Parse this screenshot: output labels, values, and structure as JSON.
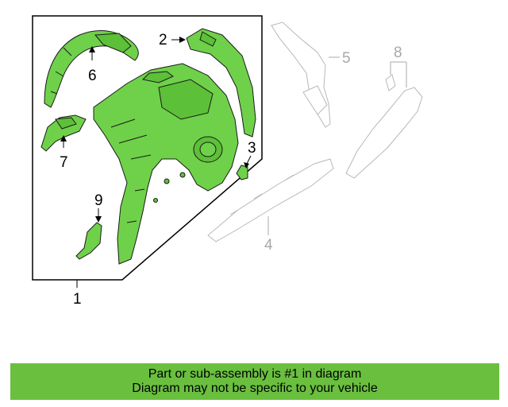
{
  "callouts": {
    "c1": "1",
    "c2": "2",
    "c3": "3",
    "c4": "4",
    "c5": "5",
    "c6": "6",
    "c7": "7",
    "c8": "8",
    "c9": "9"
  },
  "banner": {
    "line1": "Part or sub-assembly is #1 in diagram",
    "line2": "Diagram may not be specific to your vehicle"
  },
  "colors": {
    "highlight_fill": "#6fd14a",
    "banner_bg": "#6abf3f",
    "outline": "#000000",
    "other_parts": "#b8b8b8"
  }
}
